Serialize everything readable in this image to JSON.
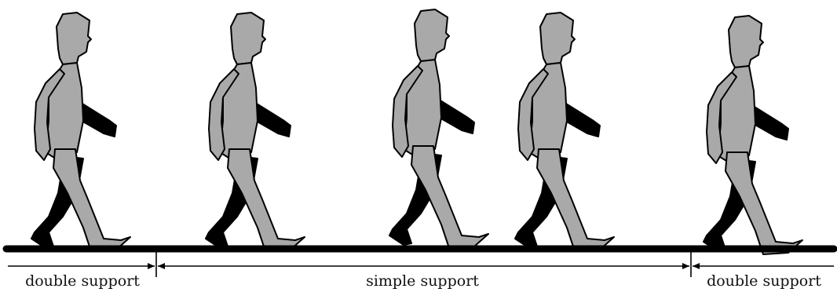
{
  "phases": [
    {
      "label": "double support"
    },
    {
      "label": "simple support"
    },
    {
      "label": "double support"
    }
  ],
  "colors": {
    "front_limbs": "#a9a9a9",
    "back_limbs": "#000000",
    "outline": "#000000",
    "ground": "#000000",
    "background": "#ffffff"
  },
  "figure_count": 5
}
